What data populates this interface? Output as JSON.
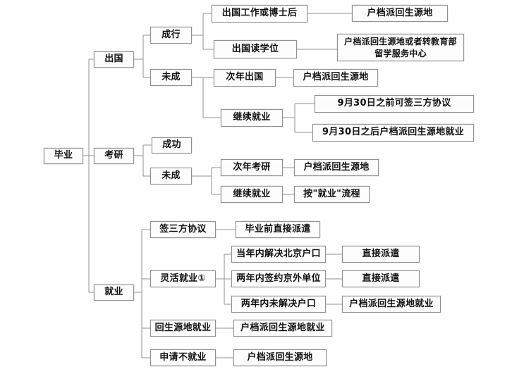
{
  "diagram": {
    "type": "flowchart-tree",
    "orientation": "left-to-right",
    "title_present": false,
    "colors": {
      "background": "#ffffff",
      "box_fill": "#fdfdfd",
      "box_border": "#8f9296",
      "connector": "#8f9296",
      "text": "#111111"
    },
    "nodes": {
      "root": "毕业",
      "branch_abroad": "出国",
      "branch_postgrad": "考研",
      "branch_employment": "就业",
      "abroad_success": "成行",
      "abroad_fail": "未成",
      "abroad_work_postdoc": "出国工作或博士后",
      "abroad_degree": "出国读学位",
      "abroad_work_result": "户档派回生源地",
      "abroad_degree_result": "户档派回生源地或者转教育部留学服务中心",
      "abroad_next_year": "次年出国",
      "abroad_next_year_result": "户档派回生源地",
      "abroad_continue_job": "继续就业",
      "abroad_before_sep30": "9月30日之前可签三方协议",
      "abroad_after_sep30": "9月30日之后户档派回生源地就业",
      "postgrad_success": "成功",
      "postgrad_fail": "未成",
      "postgrad_next_year": "次年考研",
      "postgrad_next_year_result": "户档派回生源地",
      "postgrad_continue_job": "继续就业",
      "postgrad_continue_job_result": "按\"就业\"流程",
      "emp_sign_tripartite": "签三方协议",
      "emp_sign_tripartite_result": "毕业前直接派遣",
      "emp_flexible": "灵活就业①",
      "emp_flex_beijing_hukou": "当年内解决北京户口",
      "emp_flex_beijing_hukou_result": "直接派遣",
      "emp_flex_outside_beijing": "两年内签约京外单位",
      "emp_flex_outside_beijing_result": "直接派遣",
      "emp_flex_no_hukou": "两年内未解决户口",
      "emp_flex_no_hukou_result": "户档派回生源地就业",
      "emp_return_home": "回生源地就业",
      "emp_return_home_result": "户档派回生源地就业",
      "emp_no_job": "申请不就业",
      "emp_no_job_result": "户档派回生源地"
    }
  }
}
